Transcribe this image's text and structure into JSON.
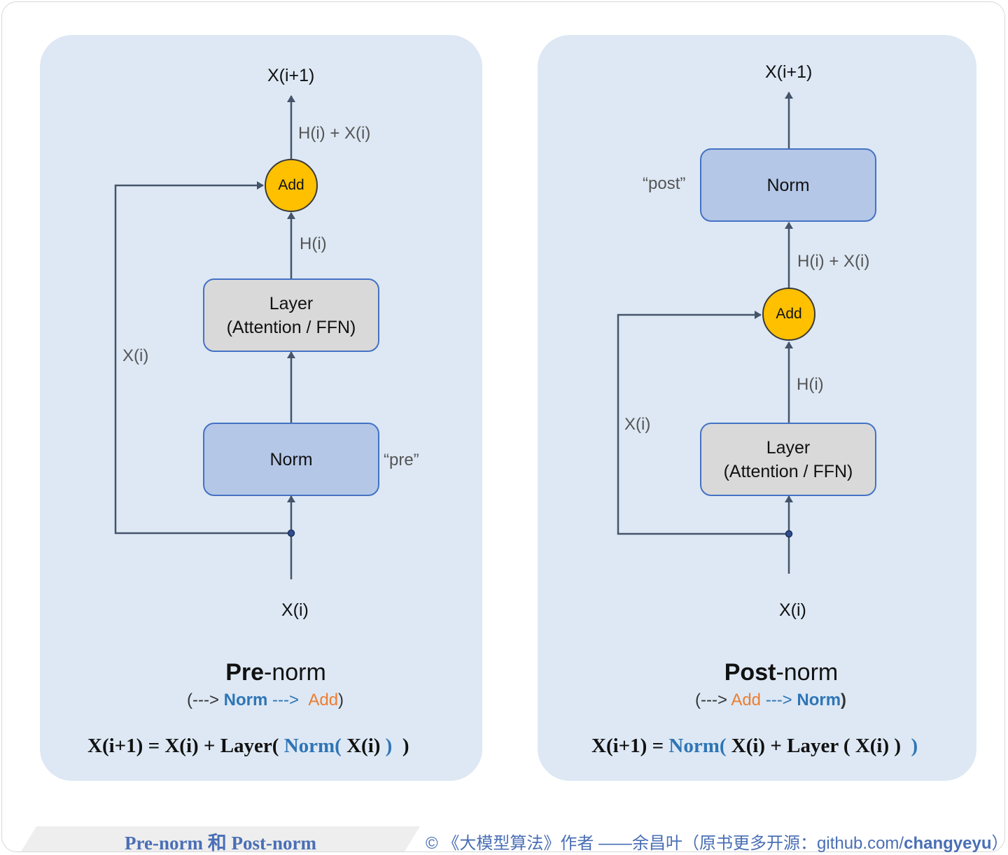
{
  "pre": {
    "output": "X(i+1)",
    "sum_label": "H(i) + X(i)",
    "add_label": "Add",
    "h_label": "H(i)",
    "layer_line1": "Layer",
    "layer_line2": "(Attention / FFN)",
    "skip_label": "X(i)",
    "norm_label": "Norm",
    "tag": "“pre”",
    "input": "X(i)",
    "title_bold": "Pre",
    "title_rest": "-norm",
    "flow": {
      "open": "(--->",
      "first": "Norm",
      "mid": "--->",
      "second": "Add",
      "close": ")"
    },
    "formula": {
      "a": "X(i+1) = X(i) + Layer(",
      "b": "Norm(",
      "c": "X(i)",
      "d": ")",
      "e": ")"
    }
  },
  "post": {
    "output": "X(i+1)",
    "norm_label": "Norm",
    "tag": "“post”",
    "sum_label": "H(i) + X(i)",
    "add_label": "Add",
    "h_label": "H(i)",
    "skip_label": "X(i)",
    "layer_line1": "Layer",
    "layer_line2": "(Attention / FFN)",
    "input": "X(i)",
    "title_bold": "Post",
    "title_rest": "-norm",
    "flow": {
      "open": "(--->",
      "first": "Add",
      "mid": "--->",
      "second": "Norm",
      "close": ")"
    },
    "formula": {
      "a": "X(i+1) =",
      "b": "Norm(",
      "c": "X(i) + Layer ( X(i) )",
      "d": ")"
    }
  },
  "footer": {
    "caption": "Pre-norm 和 Post-norm",
    "credit": "© 《大模型算法》作者 ——余昌叶（原书更多开源：github.com/",
    "credit_bold": "changyeyu",
    "credit_end": "）"
  },
  "colors": {
    "panel": "#dde8f4",
    "norm_box": "#b4c7e7",
    "layer_box": "#d9d9d9",
    "add_circle": "#ffc000",
    "accent_blue": "#2e75b6",
    "accent_orange": "#ed7d31",
    "line": "#44546a"
  }
}
